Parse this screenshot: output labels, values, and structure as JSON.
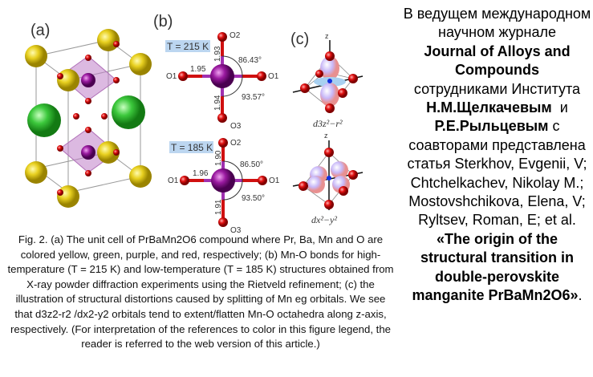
{
  "figure": {
    "panel_labels": [
      "(a)",
      "(b)",
      "(c)"
    ],
    "b": {
      "high": {
        "temp": "T = 215 K",
        "top": "O2",
        "left": "O1",
        "right": "O1",
        "bottom": "O3",
        "len_top": "1.93",
        "len_left": "1.95",
        "len_bottom": "1.94",
        "angle_top": "86.43°",
        "angle_bottom": "93.57°"
      },
      "low": {
        "temp": "T = 185 K",
        "top": "O2",
        "left": "O1",
        "right": "O1",
        "bottom": "O3",
        "len_top": "1.90",
        "len_left": "1.96",
        "len_bottom": "1.91",
        "angle_top": "86.50°",
        "angle_bottom": "93.50°"
      }
    },
    "c": {
      "axis": "z",
      "orbital1": "d3z²−r²",
      "orbital2": "dx²−y²"
    },
    "caption": "Fig. 2. (a) The unit cell of PrBaMn2O6 compound where Pr, Ba, Mn and O are colored yellow, green, purple, and red, respectively; (b) Mn-O bonds for high-temperature (T = 215 K) and low-temperature (T = 185 K) structures obtained from X-ray powder diffraction experiments using the Rietveld refinement; (c) the illustration of structural distortions caused by splitting of Mn eg orbitals. We see that d3z2-r2 /dx2-y2 orbitals tend to extent/flatten Mn-O octahedra along z-axis, respectively. (For interpretation of the references to color in this figure legend, the reader is referred to the web version of this article.)"
  },
  "announcement": {
    "intro": "В ведущем международном научном журнале",
    "journal": "Journal of Alloys and Compounds",
    "by": "сотрудниками Института",
    "author1": "Н.М.Щелкачевым",
    "and": "и",
    "author2": "Р.Е.Рыльцевым",
    "with": "с соавторами представлена статья",
    "citation": "Sterkhov, Evgenii, V; Chtchelkachev, Nikolay M.; Mostovshchikova, Elena, V; Ryltsev, Roman, E; et al.",
    "title": "«The origin of the structural transition in double-perovskite manganite PrBaMn2O6»",
    "end": "."
  }
}
